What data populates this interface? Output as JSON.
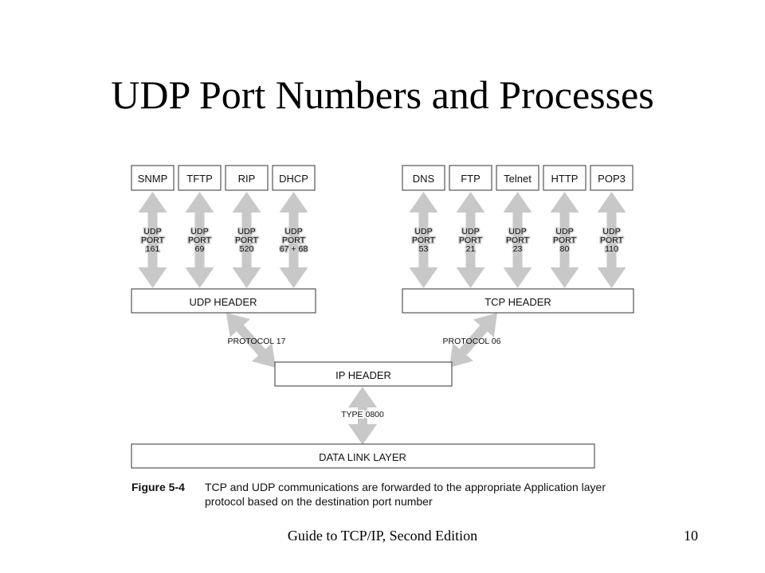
{
  "slide": {
    "title": "UDP Port Numbers and Processes",
    "footer": "Guide to TCP/IP, Second Edition",
    "page_number": "10"
  },
  "diagram": {
    "udp_apps": [
      {
        "name": "SNMP",
        "port_lines": [
          "UDP",
          "PORT",
          "161"
        ]
      },
      {
        "name": "TFTP",
        "port_lines": [
          "UDP",
          "PORT",
          "69"
        ]
      },
      {
        "name": "RIP",
        "port_lines": [
          "UDP",
          "PORT",
          "520"
        ]
      },
      {
        "name": "DHCP",
        "port_lines": [
          "UDP",
          "PORT",
          "67 + 68"
        ]
      }
    ],
    "tcp_apps": [
      {
        "name": "DNS",
        "port_lines": [
          "UDP",
          "PORT",
          "53"
        ]
      },
      {
        "name": "FTP",
        "port_lines": [
          "UDP",
          "PORT",
          "21"
        ]
      },
      {
        "name": "Telnet",
        "port_lines": [
          "UDP",
          "PORT",
          "23"
        ]
      },
      {
        "name": "HTTP",
        "port_lines": [
          "UDP",
          "PORT",
          "80"
        ]
      },
      {
        "name": "POP3",
        "port_lines": [
          "UDP",
          "PORT",
          "110"
        ]
      }
    ],
    "udp_header": "UDP HEADER",
    "tcp_header": "TCP HEADER",
    "protocol_udp": "PROTOCOL 17",
    "protocol_tcp": "PROTOCOL 06",
    "ip_header": "IP HEADER",
    "type_label": "TYPE 0800",
    "data_link": "DATA LINK LAYER"
  },
  "caption": {
    "figure_label": "Figure 5-4",
    "text": "TCP and UDP communications are forwarded to the appropriate Application layer protocol based on the destination port number"
  }
}
